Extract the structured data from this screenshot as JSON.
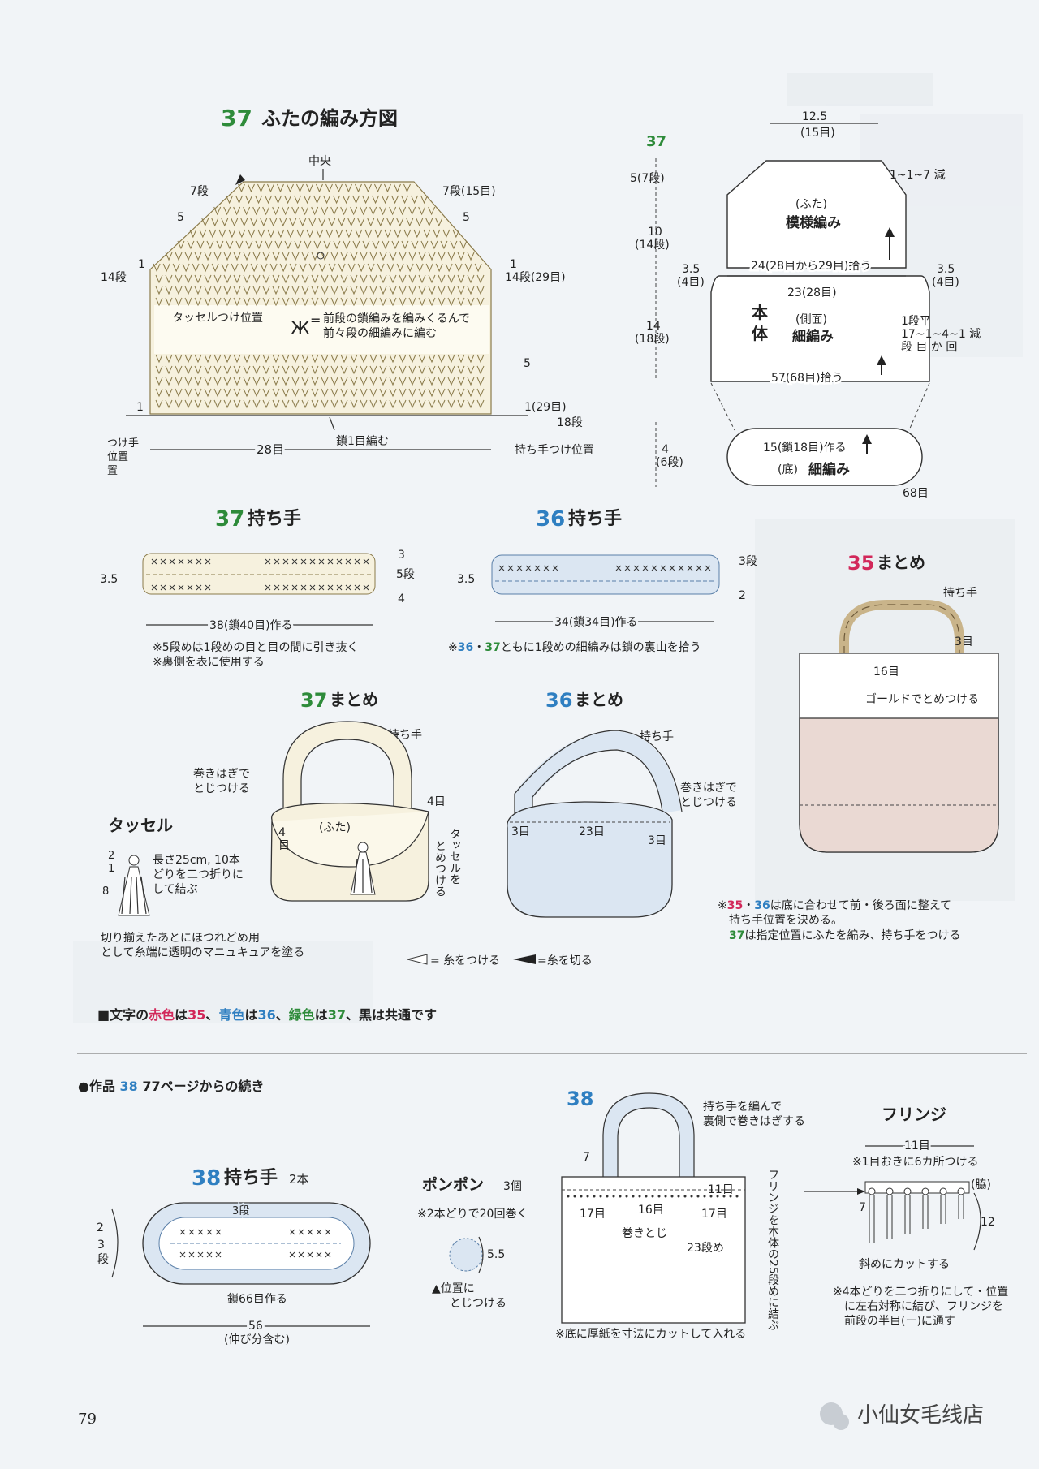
{
  "page_number": "79",
  "watermark": "小仙女毛线店",
  "colors": {
    "green_37": "#2e8b3a",
    "blue_36": "#2f7fc1",
    "red_35": "#d2285a",
    "background": "#f1f4f7",
    "cream": "#f6f1de",
    "light_blue": "#dbe6f2",
    "pink": "#ead9d3",
    "gray_panel": "#e6e8eb"
  },
  "s37lid": {
    "num": "37",
    "title": "ふたの編み方図",
    "center": "中央",
    "r7_left": "7段",
    "r7_right": "7段(15目)",
    "r5_left": "5",
    "r5_right": "5",
    "r14_left": "14段",
    "r1_left": "1",
    "r1_right": "1",
    "r14_right": "14段(29目)",
    "tassel_pos": "タッセルつけ位置",
    "legend_symbol": "Ж",
    "legend_eq": "=",
    "legend_line1": "前段の鎖編みを編みくるんで",
    "legend_line2": "前々段の細編みに編む",
    "r5_b": "5",
    "r1_bl": "1",
    "r1_br": "1(29目)",
    "r18": "18段",
    "chain1": "鎖1目編む",
    "handle_left_1": "つけ手",
    "handle_left_2": "位置",
    "handle_left_3": "置",
    "width": "28目",
    "handle_right": "持ち手つけ位置"
  },
  "s37dia": {
    "num": "37",
    "top_w": "12.5",
    "top_w_st": "(15目)",
    "dec": "1~1~7 減",
    "h1": "5(7段)",
    "h2a": "10",
    "h2b": "(14段)",
    "lid_sub": "(ふた)",
    "lid_main": "模様編み",
    "pick24": "24(28目から29目)拾う",
    "side_l": "3.5",
    "side_l2": "(4目)",
    "side_r": "3.5",
    "side_r2": "(4目)",
    "w23": "23(28目)",
    "body1": "本",
    "body2": "体",
    "body_sub": "(側面)",
    "body_main": "細編み",
    "h3a": "14",
    "h3b": "(18段)",
    "note1": "1段平",
    "note2": "17~1~4~1 減",
    "note3": "段 目 か 回",
    "pick57": "57(68目)拾う",
    "h4a": "4",
    "h4b": "(6段)",
    "base_sub": "(底)",
    "base_main": "細編み",
    "base_make": "15(鎖18目)作る",
    "base_st": "68目"
  },
  "h37": {
    "num": "37",
    "title": "持ち手",
    "h": "3.5",
    "r3": "3",
    "r5": "5段",
    "r4": "4",
    "make": "38(鎖40目)作る",
    "note1": "※5段めは1段めの目と目の間に引き抜く",
    "note2": "※裏側を表に使用する"
  },
  "h36": {
    "num": "36",
    "title": "持ち手",
    "h": "3.5",
    "r3": "3段",
    "r2": "2",
    "make": "34(鎖34目)作る",
    "note_a": "※",
    "note_n1": "36",
    "note_dot": "・",
    "note_n2": "37",
    "note_rest": "ともに1段めの細編みは鎖の裏山を拾う"
  },
  "m35": {
    "num": "35",
    "title": "まとめ",
    "handle": "持ち手",
    "st3": "3目",
    "st16": "16目",
    "gold": "ゴールドでとめつける"
  },
  "m37": {
    "num": "37",
    "title": "まとめ",
    "handle": "持ち手",
    "wrap1": "巻きはぎで",
    "wrap2": "とじつける",
    "st4a": "4目",
    "st4b_1": "4",
    "st4b_2": "目",
    "lid": "(ふた)",
    "tassel_v1": "タッセルを",
    "tassel_v2": "とめつける"
  },
  "m36": {
    "num": "36",
    "title": "まとめ",
    "handle": "持ち手",
    "wrap1": "巻きはぎで",
    "wrap2": "とじつける",
    "st3l": "3目",
    "st23": "23目",
    "st3r": "3目"
  },
  "tassel": {
    "title": "タッセル",
    "d2": "2",
    "d1": "1",
    "d8": "8",
    "txt1": "長さ25cm, 10本",
    "txt2": "どりを二つ折りに",
    "txt3": "して結ぶ",
    "cut1": "切り揃えたあとにほつれどめ用",
    "cut2": "として糸端に透明のマニュキュアを塗る"
  },
  "symbols": {
    "attach": "= 糸をつける",
    "cut": "=糸を切る"
  },
  "note3536": {
    "l1_mark": "※",
    "l1_n1": "35",
    "l1_dot": "・",
    "l1_n2": "36",
    "l1_rest": "は底に合わせて前・後ろ面に整えて",
    "l2": "持ち手位置を決める。",
    "l3_n": "37",
    "l3_rest": "は指定位置にふたを編み、持ち手をつける"
  },
  "color_note": {
    "p1": "■文字の",
    "red": "赤色",
    "p2": "は",
    "n35": "35",
    "p3": "、",
    "blue": "青色",
    "p4": "は",
    "n36": "36",
    "p5": "、",
    "green": "緑色",
    "p6": "は",
    "n37": "37",
    "p7": "、黒は共通です"
  },
  "cont": {
    "prefix": "●作品 ",
    "num": "38",
    "rest": " 77ページからの続き"
  },
  "h38": {
    "num": "38",
    "title": "持ち手",
    "count": "2本",
    "r3": "3段",
    "h2": "2",
    "h3": "3",
    "h_unit": "段",
    "make": "鎖66目作る",
    "w": "56",
    "w_note": "(伸び分含む)"
  },
  "pompom": {
    "title": "ポンポン",
    "count": "3個",
    "note": "※2本どりで20回巻く",
    "size": "5.5",
    "pos1": "▲位置に",
    "pos2": "とじつける"
  },
  "m38": {
    "num": "38",
    "handle1": "持ち手を編んで",
    "handle2": "裏側で巻きはぎする",
    "d7": "7",
    "st11": "11目",
    "st16": "16目",
    "st17l": "17目",
    "st17r": "17目",
    "wrap": "巻きとじ",
    "rows23": "23段め",
    "fringe_v": "フリンジを本体の25段めに結ぶ",
    "base_note": "※底に厚紙を寸法にカットして入れる"
  },
  "fringe": {
    "title": "フリンジ",
    "st11": "11目",
    "note1": "※1目おきに6カ所つける",
    "side": "(脇)",
    "d7": "7",
    "d12": "12",
    "cut": "斜めにカットする",
    "n1": "※4本どりを二つ折りにして・位置",
    "n2": "に左右対称に結び、フリンジを",
    "n3": "前段の半目(ー)に通す"
  }
}
